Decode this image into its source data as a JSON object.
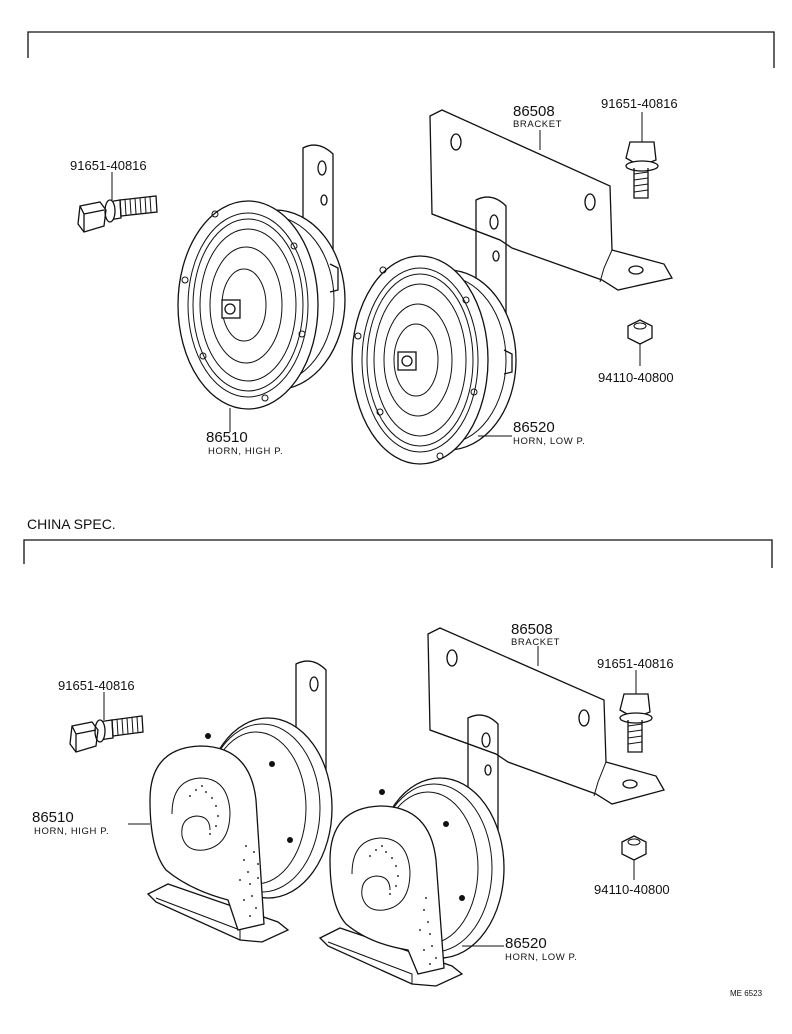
{
  "diagram": {
    "section_top": {
      "parts": {
        "bolt": {
          "number": "91651-40816"
        },
        "bracket": {
          "number": "86508",
          "label": "BRACKET"
        },
        "bolt_right": {
          "number": "91651-40816"
        },
        "nut": {
          "number": "94110-40800"
        },
        "horn_high": {
          "number": "86510",
          "label": "HORN, HIGH P."
        },
        "horn_low": {
          "number": "86520",
          "label": "HORN, LOW P."
        }
      }
    },
    "section_china": {
      "title": "CHINA SPEC.",
      "parts": {
        "bolt": {
          "number": "91651-40816"
        },
        "bracket": {
          "number": "86508",
          "label": "BRACKET"
        },
        "bolt_right": {
          "number": "91651-40816"
        },
        "nut": {
          "number": "94110-40800"
        },
        "horn_high": {
          "number": "86510",
          "label": "HORN, HIGH P."
        },
        "horn_low": {
          "number": "86520",
          "label": "HORN, LOW P."
        }
      }
    },
    "drawing_code": "ME 6523"
  }
}
